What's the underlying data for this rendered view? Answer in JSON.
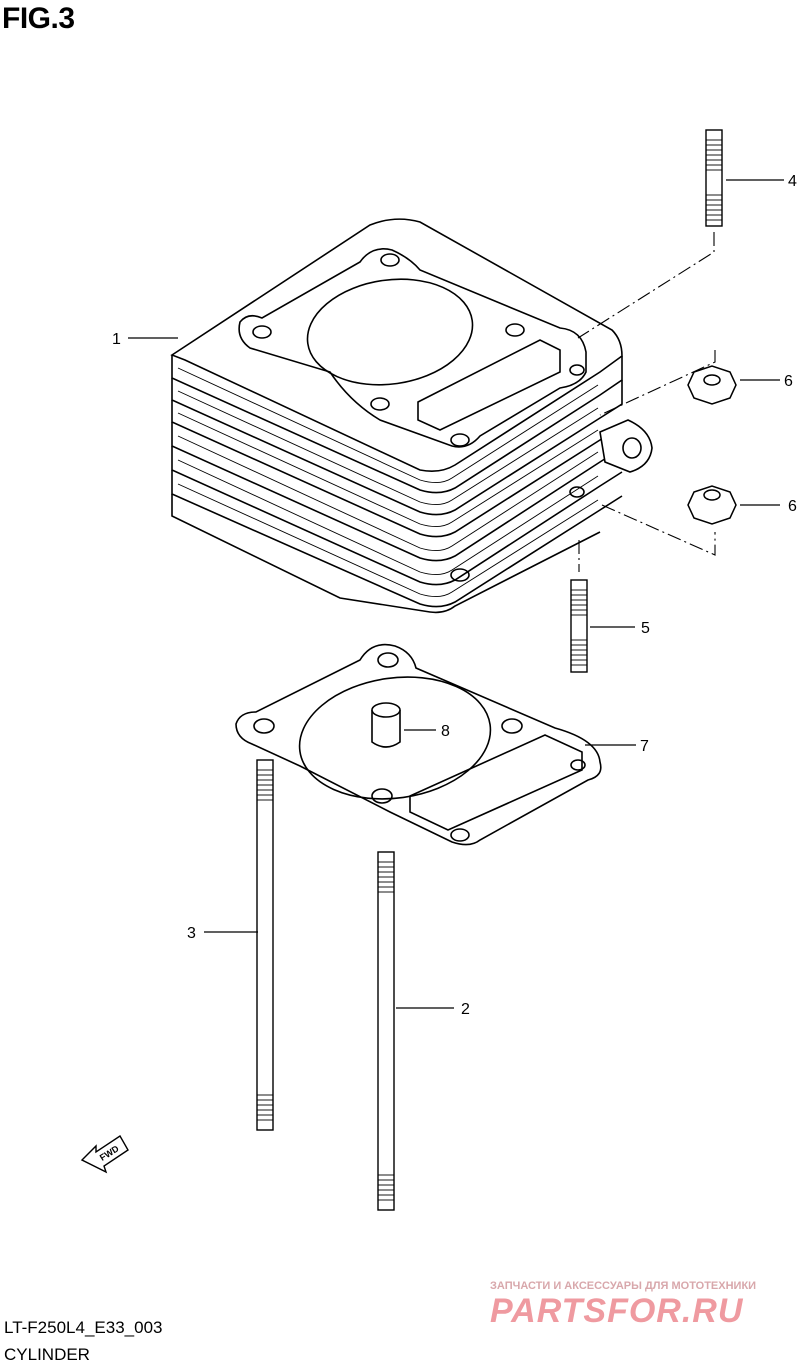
{
  "figure": {
    "title": "FIG.3",
    "code": "LT-F250L4_E33_003",
    "name": "CYLINDER"
  },
  "callouts": [
    {
      "id": "1",
      "part": "cylinder"
    },
    {
      "id": "2",
      "part": "stud-long"
    },
    {
      "id": "3",
      "part": "stud-long"
    },
    {
      "id": "4",
      "part": "stud-short"
    },
    {
      "id": "5",
      "part": "stud-short"
    },
    {
      "id": "6",
      "part": "nut"
    },
    {
      "id": "7",
      "part": "gasket"
    },
    {
      "id": "8",
      "part": "dowel-pin"
    }
  ],
  "fwd_badge": "FWD",
  "watermark": {
    "tagline": "ЗАПЧАСТИ И АКСЕССУАРЫ ДЛЯ МОТОТЕХНИКИ",
    "brand": "PARTSFOR.RU",
    "color": "#ef9aa0"
  }
}
